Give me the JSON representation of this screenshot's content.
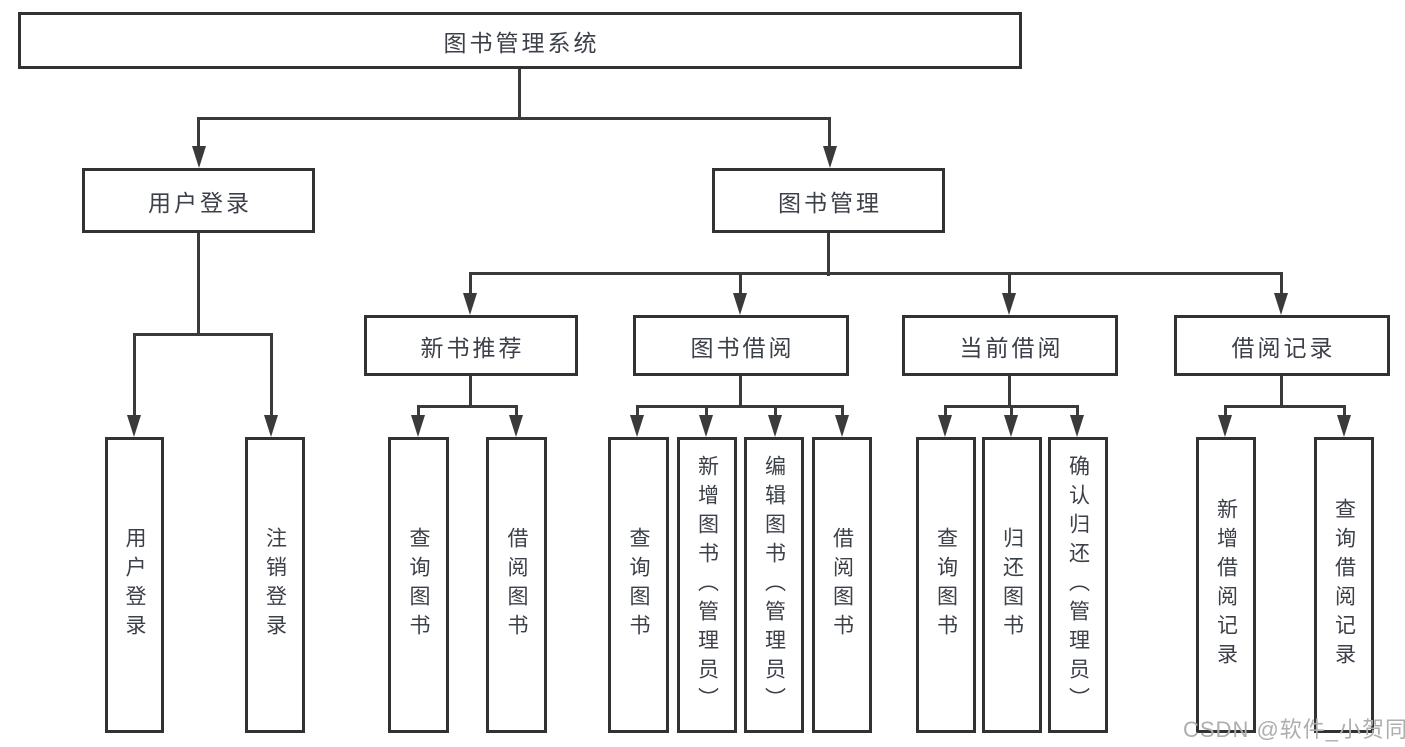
{
  "tree": {
    "root": {
      "label": "图书管理系统"
    },
    "branches": [
      {
        "label": "用户登录",
        "leaves": [
          {
            "label": "用户登录"
          },
          {
            "label": "注销登录"
          }
        ]
      },
      {
        "label": "图书管理",
        "groups": [
          {
            "label": "新书推荐",
            "leaves": [
              {
                "label": "查询图书"
              },
              {
                "label": "借阅图书"
              }
            ]
          },
          {
            "label": "图书借阅",
            "leaves": [
              {
                "label": "查询图书"
              },
              {
                "label": "新增图书（管理员）"
              },
              {
                "label": "编辑图书（管理员）"
              },
              {
                "label": "借阅图书"
              }
            ]
          },
          {
            "label": "当前借阅",
            "leaves": [
              {
                "label": "查询图书"
              },
              {
                "label": "归还图书"
              },
              {
                "label": "确认归还（管理员）"
              }
            ]
          },
          {
            "label": "借阅记录",
            "leaves": [
              {
                "label": "新增借阅记录"
              },
              {
                "label": "查询借阅记录"
              }
            ]
          }
        ]
      }
    ]
  },
  "watermark": {
    "text": "CSDN @软件_小贺同学"
  },
  "colors": {
    "line": "#3a3a3a",
    "box_border": "#323232",
    "box_fill": "#ffffff",
    "text": "#3c4048",
    "watermark": "#aeaeae",
    "background": "#ffffff"
  }
}
